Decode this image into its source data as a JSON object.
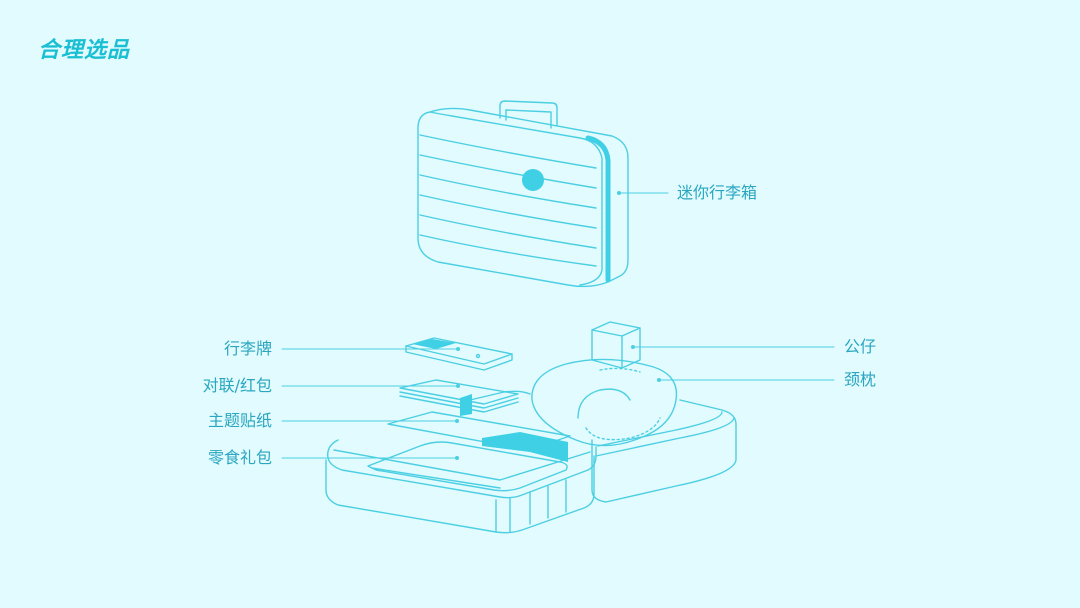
{
  "title": "合理选品",
  "labels": {
    "mini_suitcase": "迷你行李箱",
    "luggage_tag": "行李牌",
    "couplets_red_envelope": "对联/红包",
    "theme_sticker": "主题贴纸",
    "snack_gift_pack": "零食礼包",
    "doll": "公仔",
    "neck_pillow": "颈枕"
  },
  "colors": {
    "background": "#e1fbff",
    "line": "#4ccfe2",
    "accent": "#3fd0e6",
    "title": "#1bbfd4",
    "label": "#2aa6c0"
  }
}
